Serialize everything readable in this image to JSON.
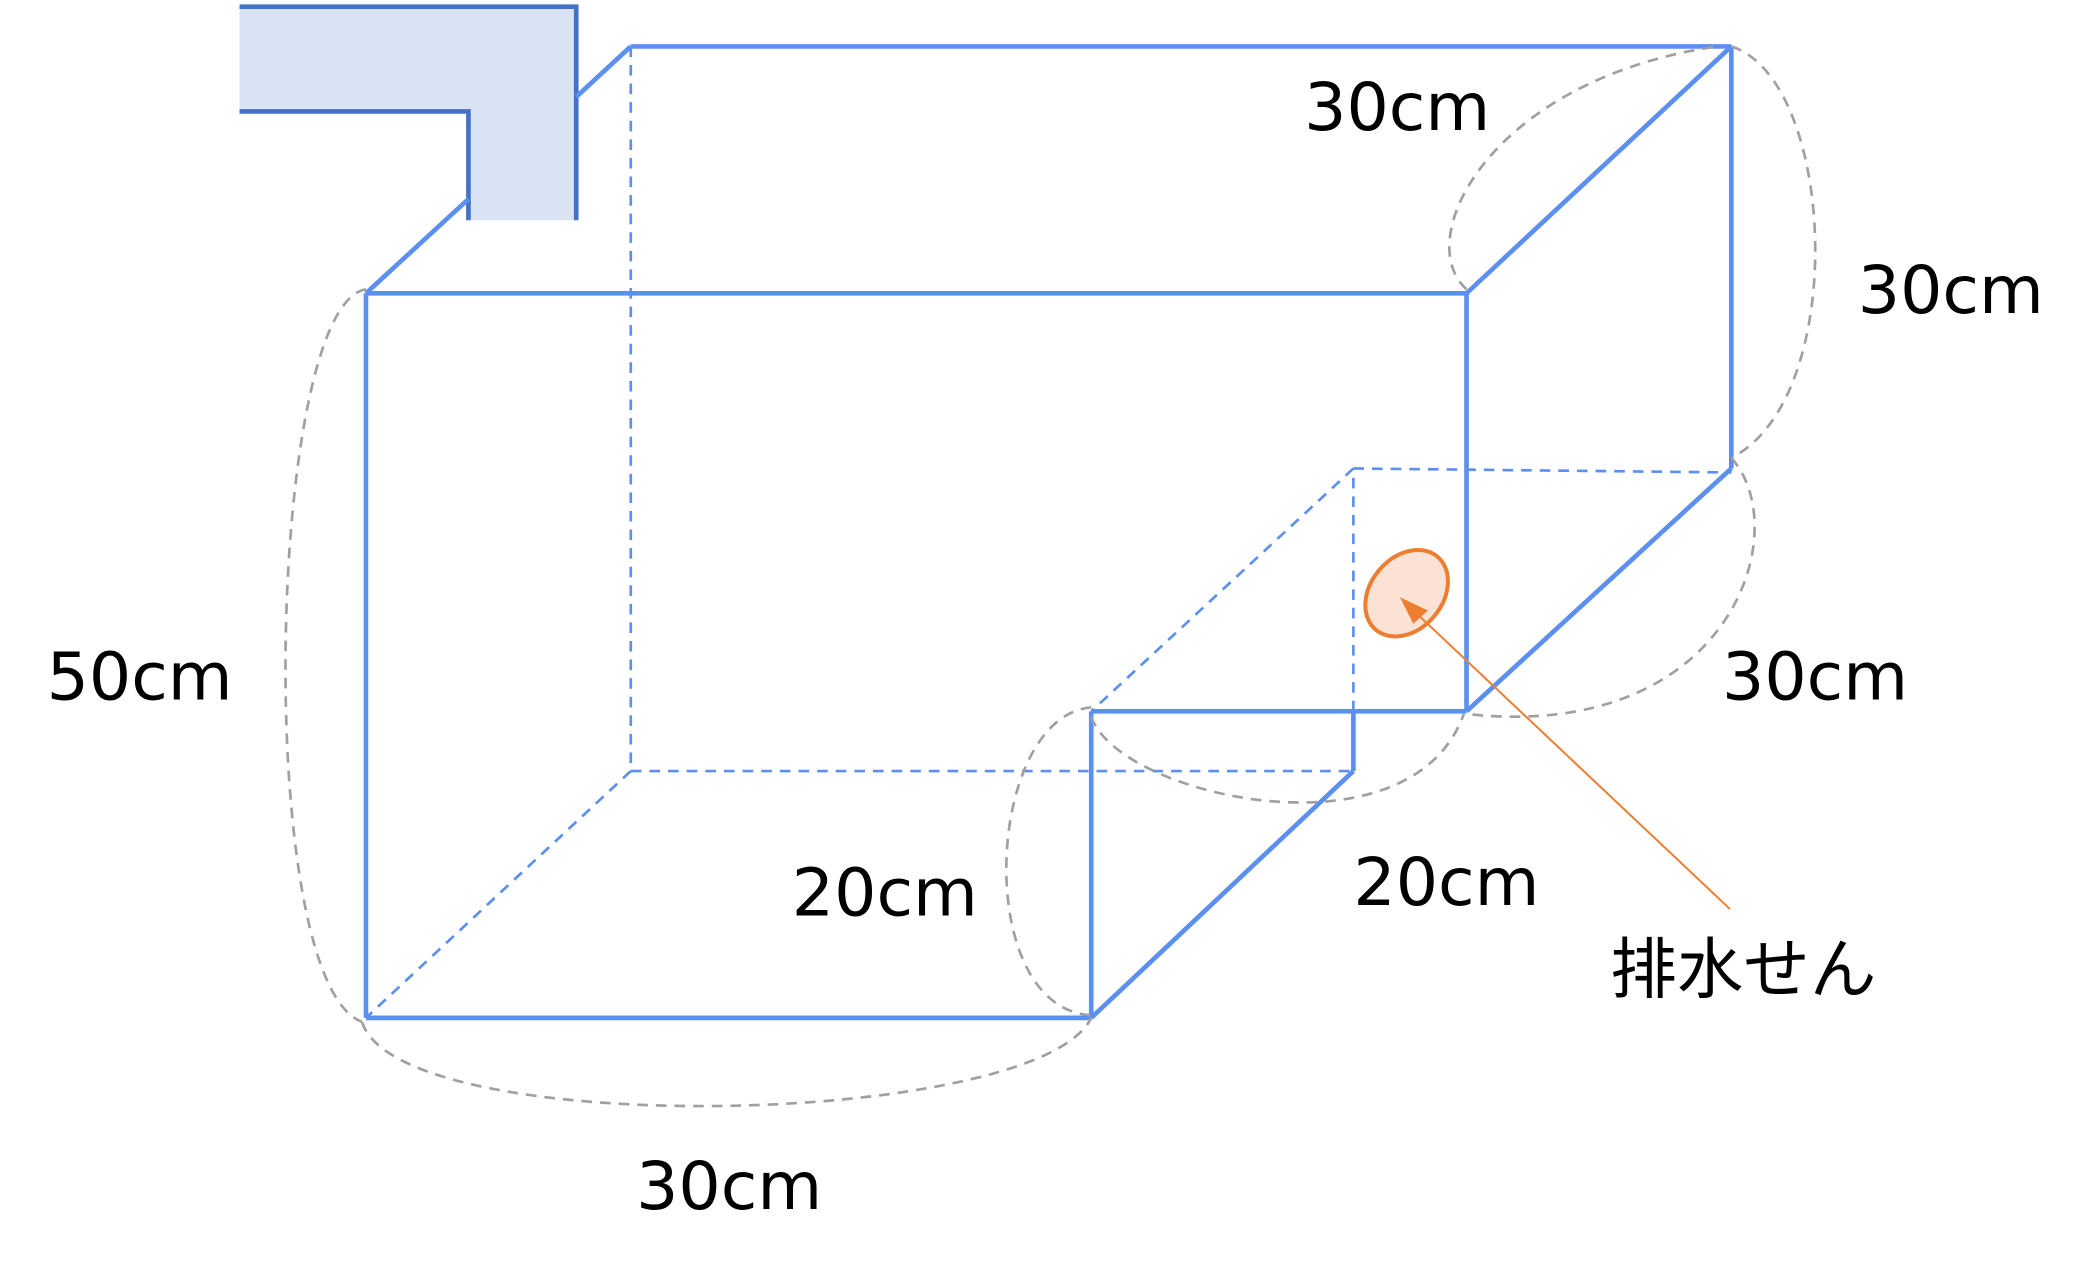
{
  "labels": {
    "top_depth": "30cm",
    "right_height": "30cm",
    "right_depth": "30cm",
    "left_height": "50cm",
    "step_height": "20cm",
    "step_depth": "20cm",
    "bottom_width": "30cm",
    "drain": "排水せん"
  },
  "colors": {
    "edge": "#5b8ff0",
    "pipe_fill": "#dae3f3",
    "pipe_edge": "#4472c4",
    "drain": "#ed7d31",
    "drain_fill": "#fbe2d5",
    "dimension": "#a0a0a0"
  }
}
